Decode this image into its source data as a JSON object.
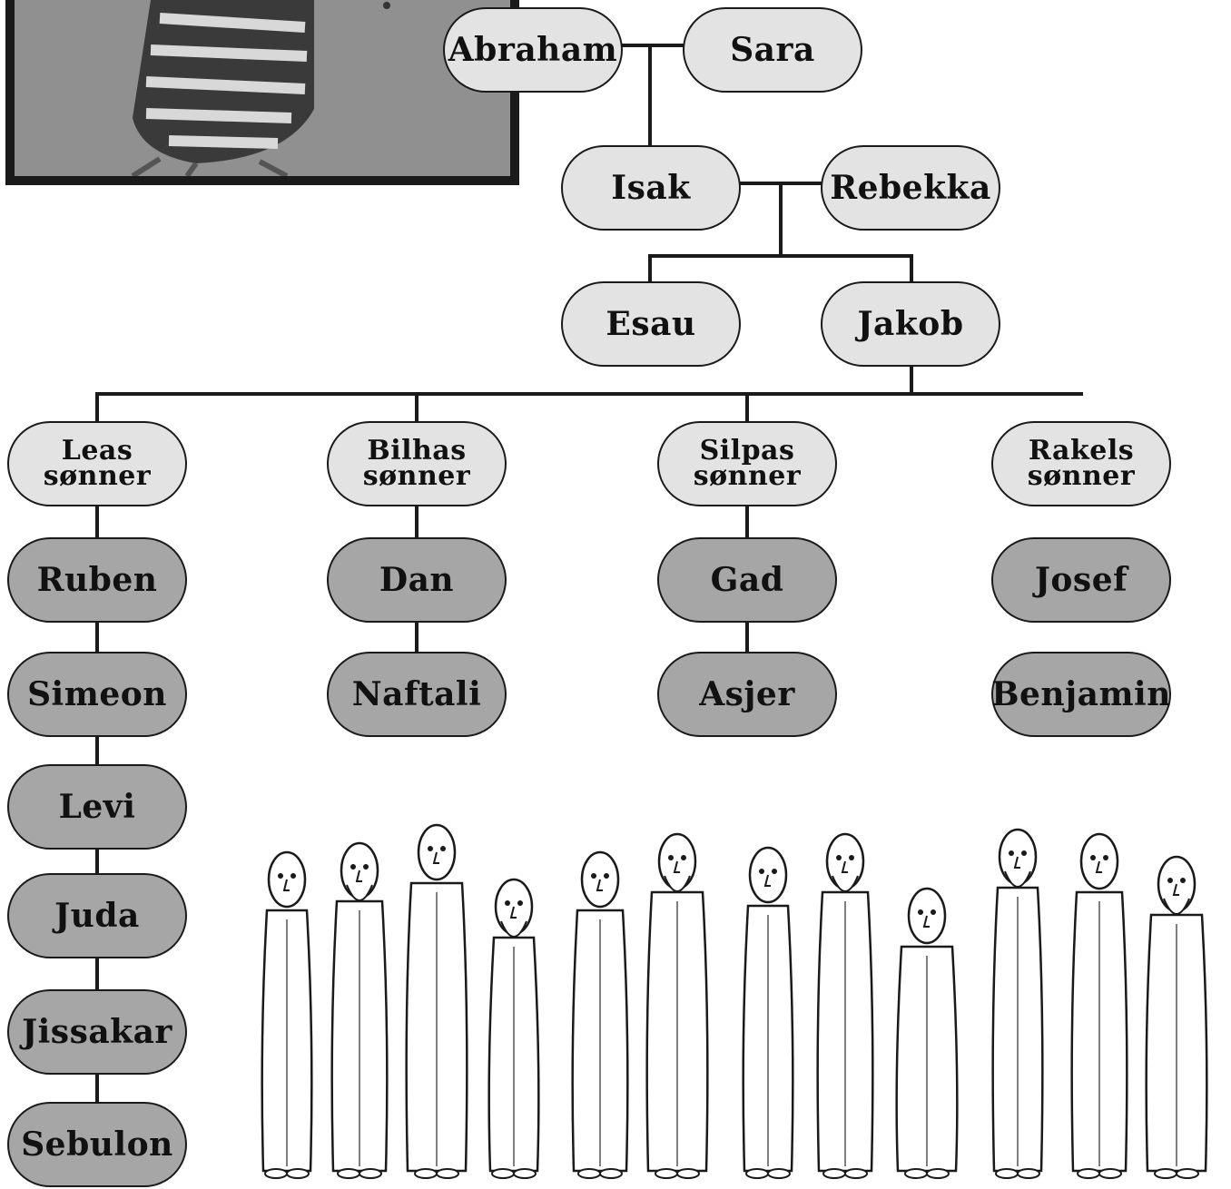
{
  "tree": {
    "grandparents": {
      "father": "Abraham",
      "mother": "Sara"
    },
    "parents": {
      "father": "Isak",
      "mother": "Rebekka"
    },
    "children": [
      "Esau",
      "Jakob"
    ],
    "groups": [
      {
        "line1": "Leas",
        "line2": "sønner",
        "sons": [
          "Ruben",
          "Simeon",
          "Levi",
          "Juda",
          "Jissakar",
          "Sebulon"
        ]
      },
      {
        "line1": "Bilhas",
        "line2": "sønner",
        "sons": [
          "Dan",
          "Naftali"
        ]
      },
      {
        "line1": "Silpas",
        "line2": "sønner",
        "sons": [
          "Gad",
          "Asjer"
        ]
      },
      {
        "line1": "Rakels",
        "line2": "sønner",
        "sons": [
          "Josef",
          "Benjamin"
        ]
      }
    ]
  },
  "colors": {
    "light_node": "#e3e3e3",
    "dark_node": "#a6a6a6",
    "line": "#1a1a1a"
  }
}
